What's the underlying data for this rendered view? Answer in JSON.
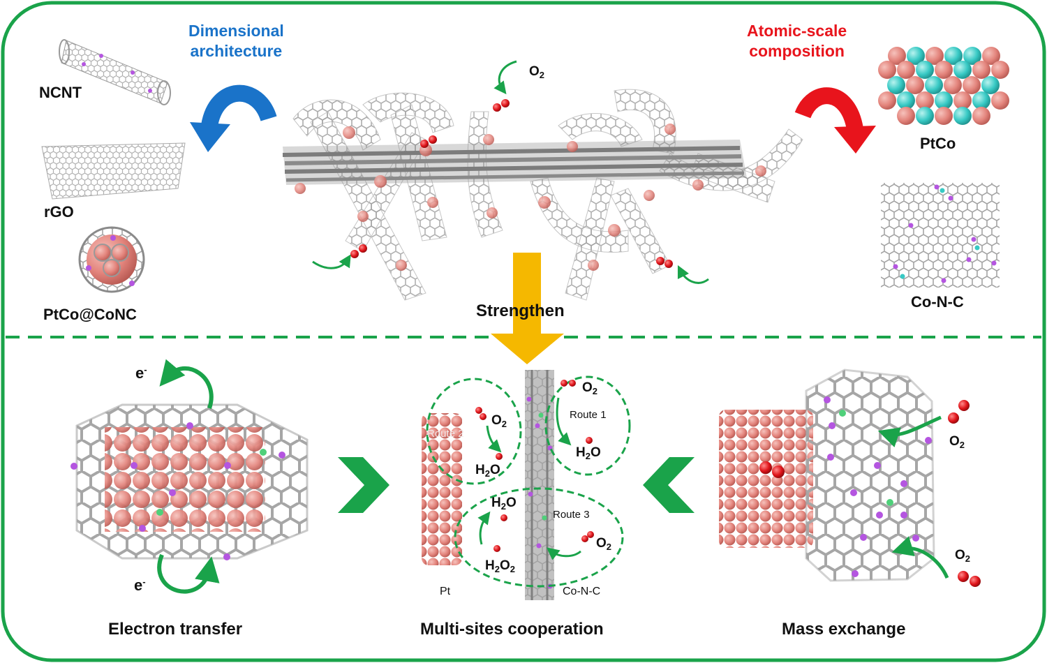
{
  "colors": {
    "frame": "#1aa34a",
    "arrow_green": "#1aa34a",
    "dimensional": "#1a73c9",
    "atomic": "#e8141c",
    "pt_sphere": "#e3847c",
    "co_sphere": "#37c9c4",
    "carbon": "#a9a9a9",
    "nitrogen": "#b455e0",
    "oxygen": "#e0141a",
    "strengthen_arrow": "#f5b800"
  },
  "top": {
    "dimensional_title": "Dimensional\narchitecture",
    "atomic_title": "Atomic-scale\ncomposition",
    "ncnt_label": "NCNT",
    "rgo_label": "rGO",
    "ptco_conc_label": "PtCo@CoNC",
    "ptco_label": "PtCo",
    "conc_label": "Co-N-C",
    "strengthen_label": "Strengthen"
  },
  "bottom": {
    "electron_transfer_label": "Electron transfer",
    "multisites_label": "Multi-sites cooperation",
    "mass_exchange_label": "Mass exchange",
    "pt_label": "Pt",
    "conc_label": "Co-N-C",
    "route1": "Route 1",
    "route2": "Route 2",
    "route3": "Route 3"
  }
}
